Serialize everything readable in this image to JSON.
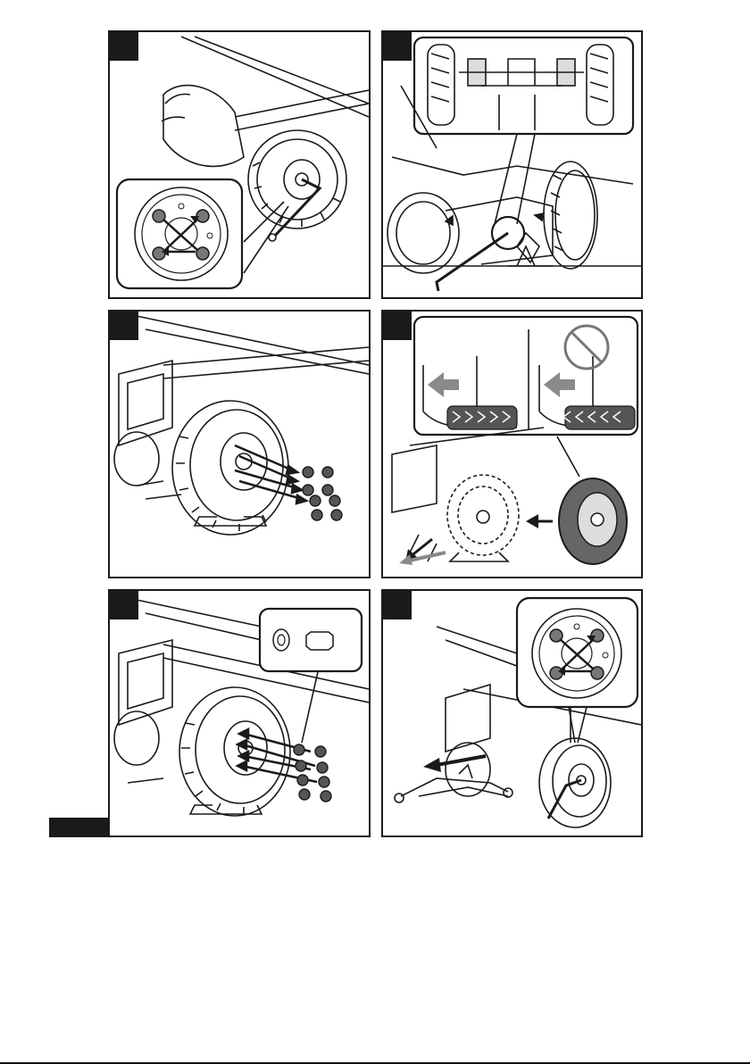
{
  "manual_page": {
    "figures": [
      {
        "step_label": "",
        "icon": "wheel-nut-loosening-illustration"
      },
      {
        "step_label": "",
        "icon": "jack-lift-illustration"
      },
      {
        "step_label": "",
        "icon": "remove-nuts-illustration"
      },
      {
        "step_label": "",
        "icon": "tire-direction-illustration"
      },
      {
        "step_label": "",
        "icon": "install-nuts-illustration"
      },
      {
        "step_label": "",
        "icon": "lower-jack-tighten-illustration"
      }
    ],
    "section_tab": "",
    "prohibited_symbol": "no-symbol-icon",
    "colors": {
      "ink": "#1a1a1a",
      "paper": "#ffffff",
      "gray_arrow": "#8a8a8a"
    }
  }
}
